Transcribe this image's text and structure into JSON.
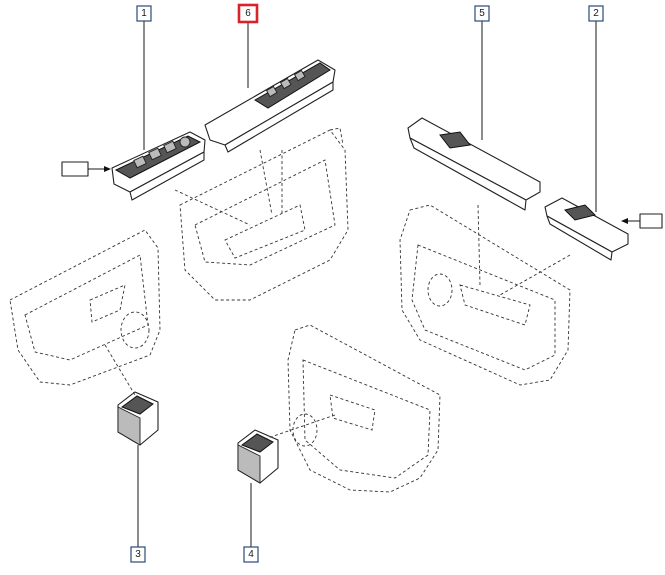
{
  "callouts": [
    {
      "id": "1",
      "label": "1",
      "highlight": false
    },
    {
      "id": "6",
      "label": "6",
      "highlight": true
    },
    {
      "id": "5",
      "label": "5",
      "highlight": false
    },
    {
      "id": "2",
      "label": "2",
      "highlight": false
    },
    {
      "id": "3",
      "label": "3",
      "highlight": false
    },
    {
      "id": "4",
      "label": "4",
      "highlight": false
    }
  ],
  "colors": {
    "highlight": "#d8232a",
    "box_border": "#2a4a7a",
    "line": "#1a1a1a"
  }
}
